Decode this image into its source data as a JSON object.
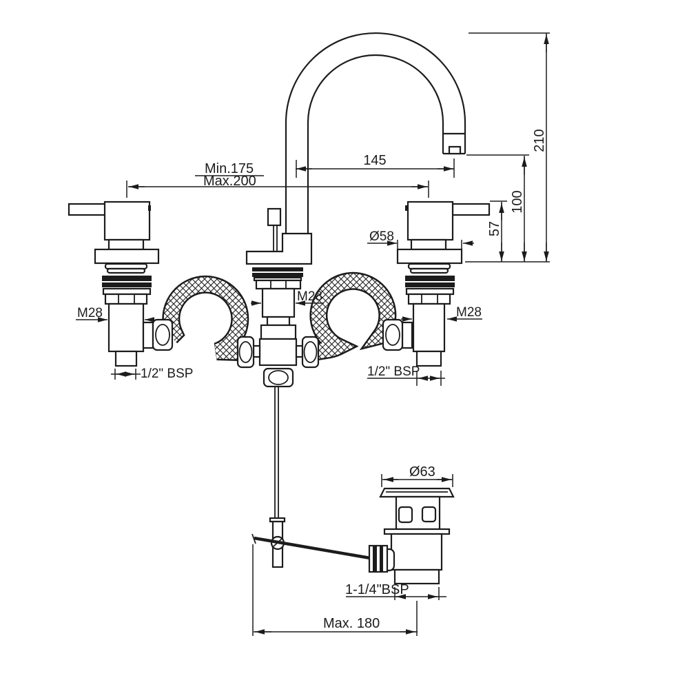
{
  "drawing": {
    "kind": "technical dimension drawing",
    "subject": "3-hole basin mixer tap with gooseneck spout, flexible braided hoses and pop-up waste",
    "line_color": "#1c1c1c",
    "background_color": "#ffffff"
  },
  "labels": {
    "handle_spacing_min": "Min.175",
    "handle_spacing_max": "Max.200",
    "spout_reach": "145",
    "overall_height": "210",
    "spout_outlet_height": "100",
    "handle_body_height": "57",
    "handle_flange_diameter": "Ø58",
    "left_thread": "M28",
    "center_thread": "M28",
    "right_thread": "M28",
    "left_inlet_thread": "1/2\" BSP",
    "right_inlet_thread": "1/2\" BSP",
    "waste_flange_diameter": "Ø63",
    "waste_outlet_thread": "1-1/4\"BSP",
    "rod_max_reach": "Max. 180"
  }
}
